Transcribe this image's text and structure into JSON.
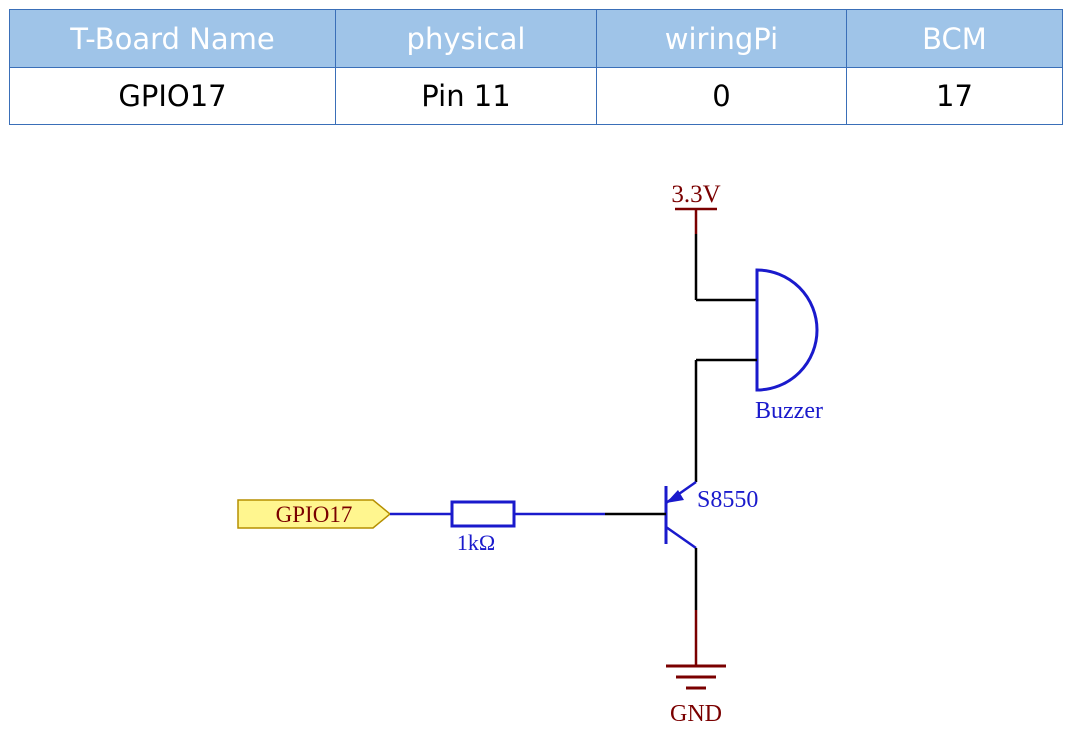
{
  "table": {
    "headers": [
      "T-Board Name",
      "physical",
      "wiringPi",
      "BCM"
    ],
    "rows": [
      [
        "GPIO17",
        "Pin 11",
        "0",
        "17"
      ]
    ]
  },
  "schematic": {
    "power_label": "3.3V",
    "ground_label": "GND",
    "buzzer_label": "Buzzer",
    "transistor_label": "S8550",
    "resistor_label": "1kΩ",
    "gpio_port_label": "GPIO17",
    "colors": {
      "wire_blue": "#1a1acc",
      "wire_black": "#000000",
      "power_red": "#7a0000",
      "port_fill": "#fff68f"
    }
  }
}
